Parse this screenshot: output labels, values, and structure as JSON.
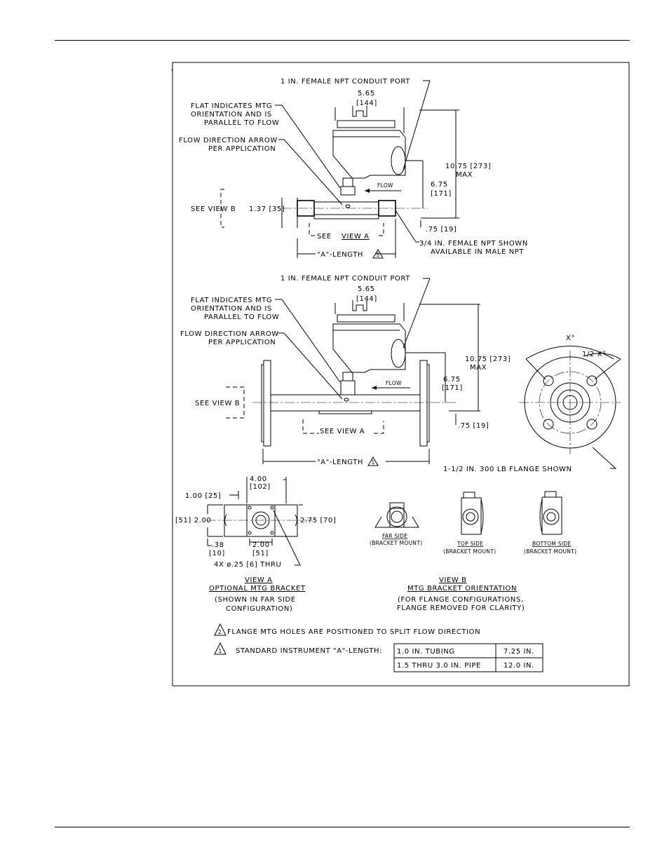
{
  "top": {
    "conduit_port": "1 IN. FEMALE NPT CONDUIT PORT",
    "dim_565": "5.65",
    "dim_144": "[144]",
    "flat_l1": "FLAT INDICATES MTG",
    "flat_l2": "ORIENTATION AND IS",
    "flat_l3": "PARALLEL TO FLOW",
    "arrow_l1": "FLOW DIRECTION ARROW",
    "arrow_l2": "PER APPLICATION",
    "dim_1075": "10.75 [273]",
    "max": "MAX",
    "flow": "FLOW",
    "dim_675": "6.75",
    "dim_171": "[171]",
    "see_view_b": "SEE VIEW B",
    "dim_137": "1.37 [35]",
    "dim_75": ".75 [19]",
    "see_view_a_pre": "SEE",
    "see_view_a_u": "VIEW A",
    "npt_l1": "3/4 IN. FEMALE NPT SHOWN",
    "npt_l2": "AVAILABLE IN MALE NPT",
    "a_length": "\"A\"-LENGTH",
    "note1": "1"
  },
  "middle": {
    "conduit_port": "1 IN. FEMALE NPT CONDUIT PORT",
    "dim_565": "5.65",
    "dim_144": "[144]",
    "flat_l1": "FLAT INDICATES MTG",
    "flat_l2": "ORIENTATION AND IS",
    "flat_l3": "PARALLEL TO FLOW",
    "arrow_l1": "FLOW DIRECTION ARROW",
    "arrow_l2": "PER APPLICATION",
    "dim_1075": "10.75 [273]",
    "max": "MAX",
    "flow": "FLOW",
    "dim_675": "6.75",
    "dim_171": "[171]",
    "see_view_b": "SEE VIEW B",
    "dim_75": ".75 [19]",
    "see_view_a": "SEE VIEW A",
    "a_length": "\"A\"-LENGTH",
    "flange_x": "X°",
    "flange_half_x": "1/2 X°",
    "flange_shown": "1-1/2 IN. 300 LB FLANGE SHOWN",
    "note1": "1",
    "note2": "2"
  },
  "view_a": {
    "dim_400": "4.00",
    "dim_102": "[102]",
    "dim_100": "1.00 [25]",
    "dim_51_200": "[51] 2.00",
    "dim_275": "2.75 [70]",
    "dim_38": ".38",
    "dim_10": "[10]",
    "dim_200": "2.00",
    "dim_51": "[51]",
    "holes": "4X ø.25 [6] THRU",
    "title": "VIEW A",
    "subtitle": "OPTIONAL MTG BRACKET",
    "note_l1": "(SHOWN IN FAR SIDE",
    "note_l2": "CONFIGURATION)"
  },
  "view_b": {
    "far_side": "FAR SIDE",
    "top_side": "TOP SIDE",
    "bottom_side": "BOTTOM SIDE",
    "bracket_mount": "(BRACKET MOUNT)",
    "title": "VIEW B",
    "subtitle": "MTG BRACKET ORIENTATION",
    "note_l1": "(FOR FLANGE CONFIGURATIONS,",
    "note_l2": "FLANGE REMOVED FOR CLARITY)"
  },
  "notes": {
    "note2_text": "FLANGE MTG HOLES ARE POSITIONED TO SPLIT FLOW DIRECTION",
    "note1_text": "STANDARD INSTRUMENT \"A\"-LENGTH:",
    "table": [
      {
        "item": "1.0 IN. TUBING",
        "length": "7.25 IN."
      },
      {
        "item": "1.5 THRU 3.0 IN. PIPE",
        "length": "12.0 IN."
      }
    ]
  }
}
